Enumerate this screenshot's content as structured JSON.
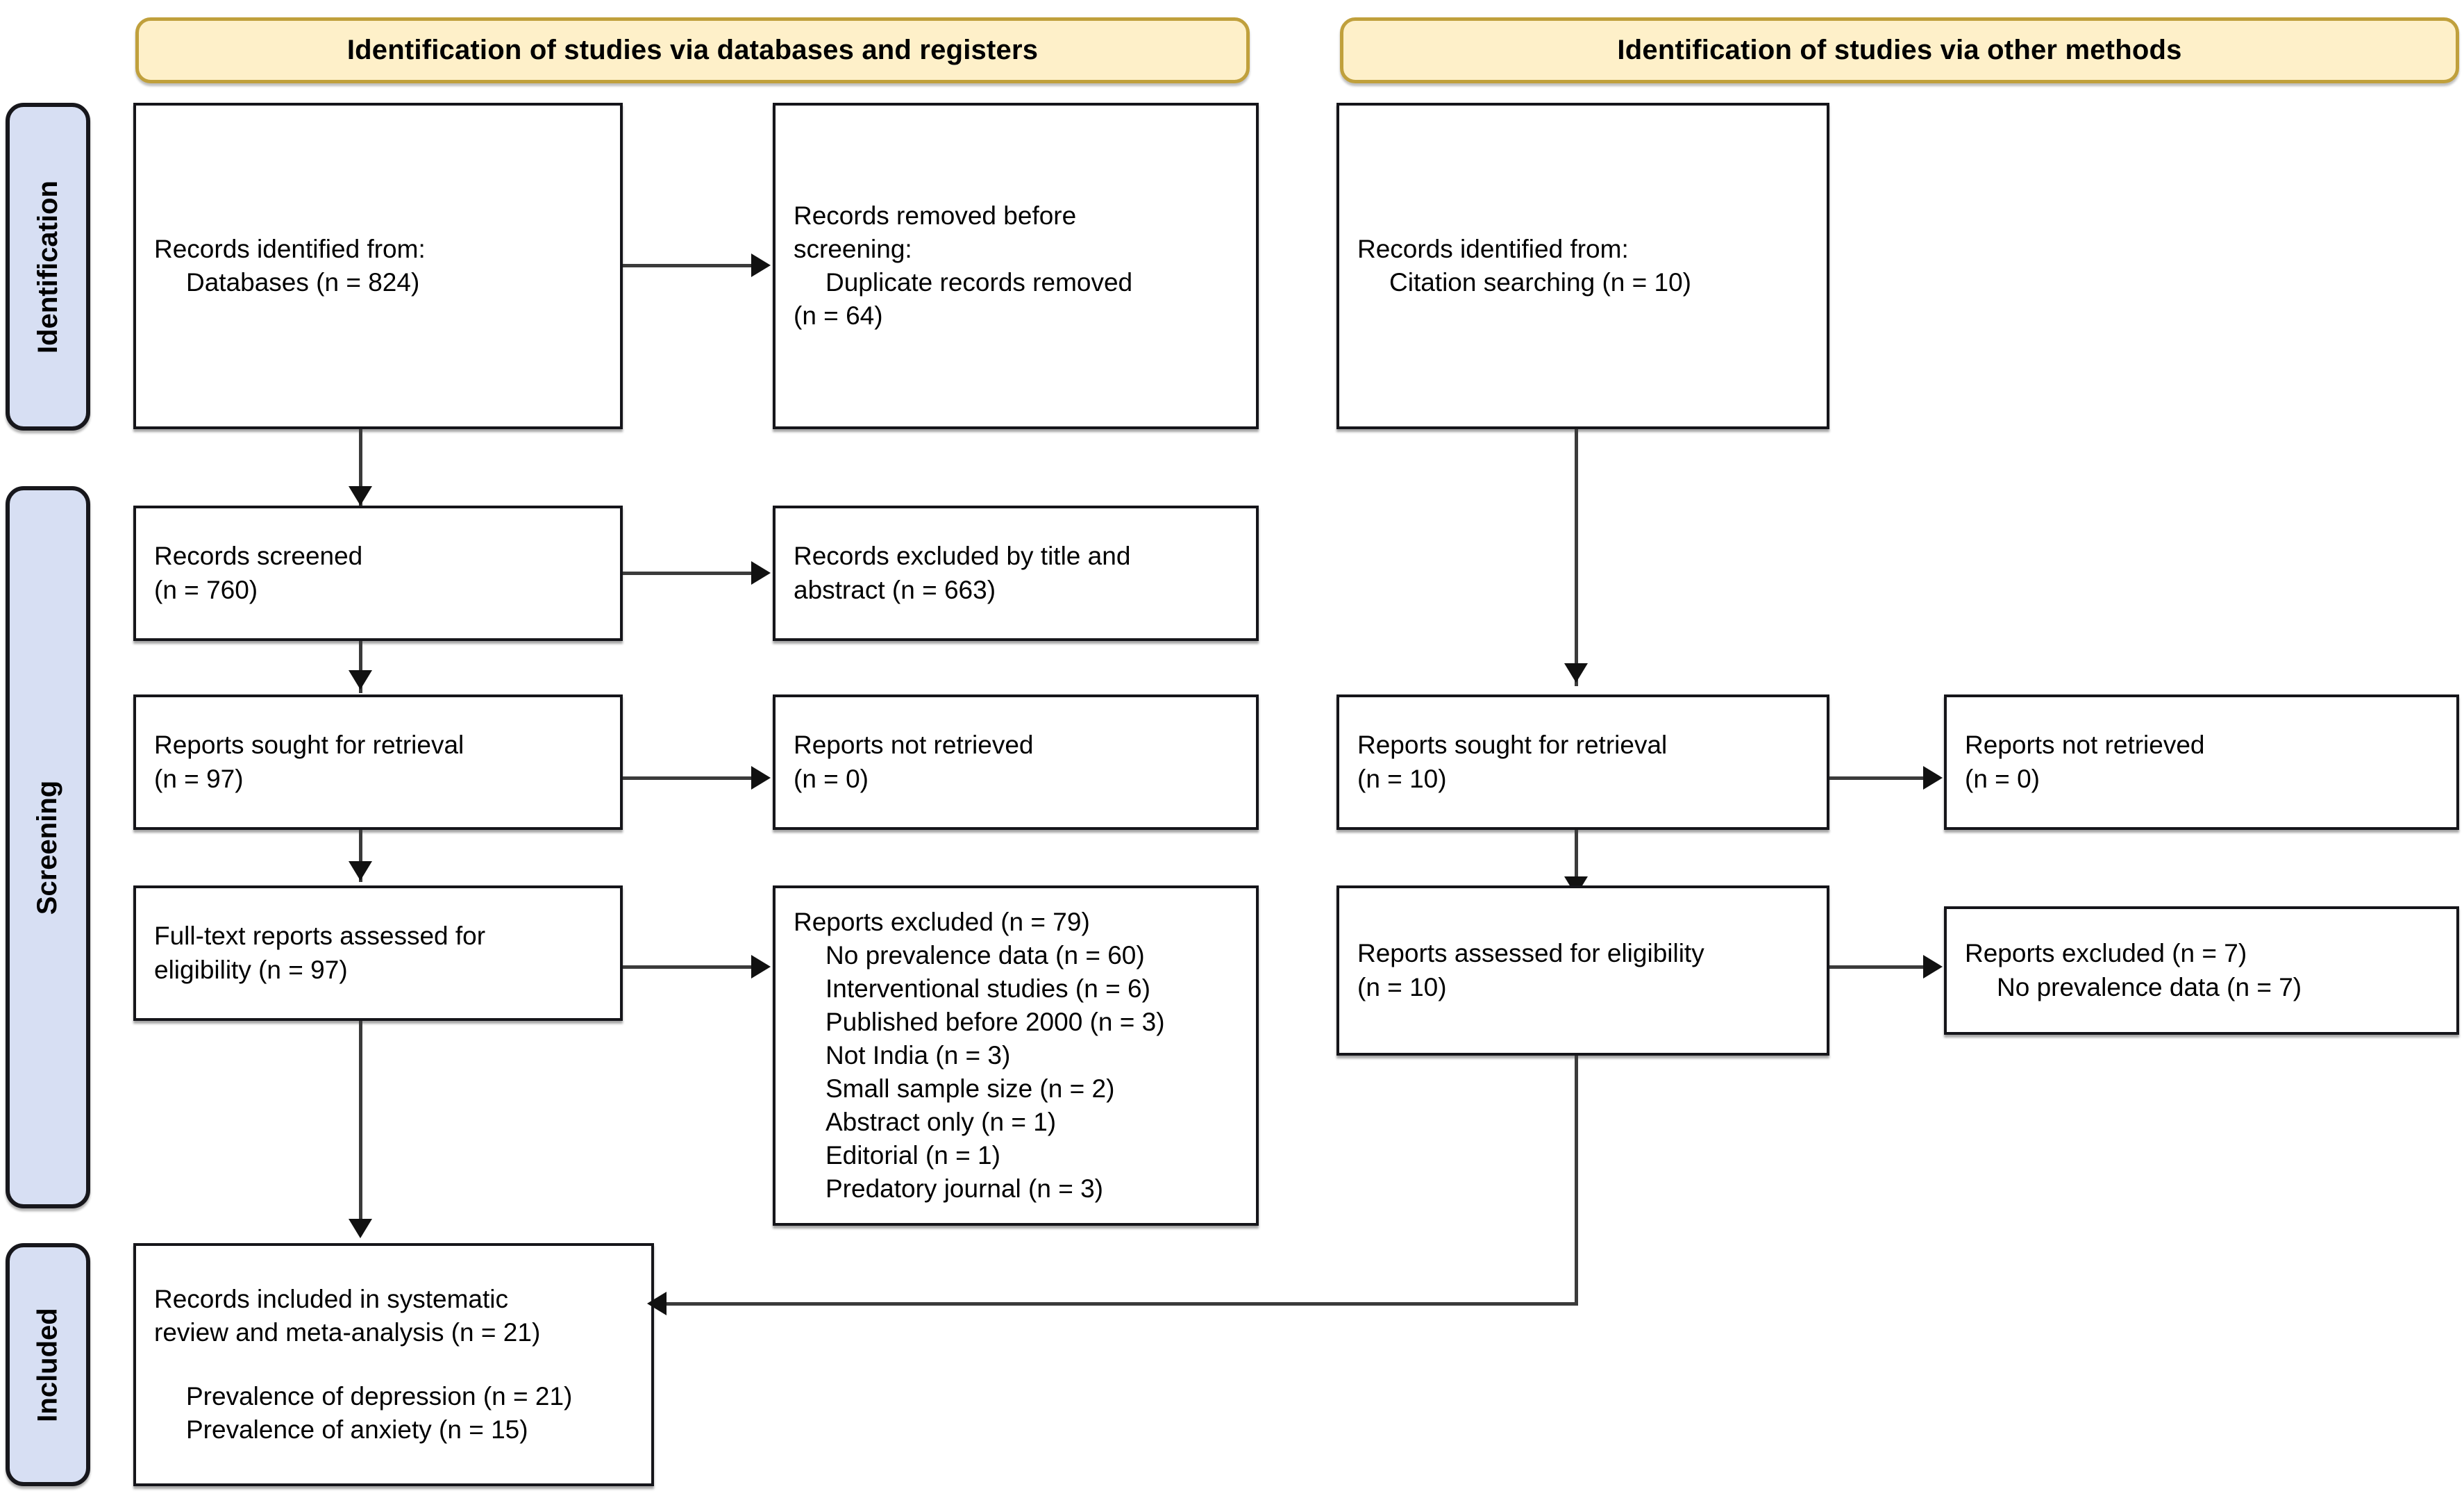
{
  "diagram": {
    "title": "PRISMA flow diagram",
    "colors": {
      "banner_fill": "#FEF0C9",
      "banner_border": "#C0A03C",
      "stage_tab_fill": "#D7DFF3",
      "stage_tab_border": "#17171c",
      "box_border": "#15151a",
      "connector": "#3b3b3b"
    }
  },
  "banners": {
    "databases": "Identification of studies via databases and registers",
    "other_methods": "Identification of studies via other methods"
  },
  "stages": {
    "identification": "Identification",
    "screening": "Screening",
    "included": "Included"
  },
  "boxes": {
    "records_identified_db": {
      "line1": "Records identified from:",
      "line2": "Databases (n = 824)"
    },
    "records_removed": {
      "line1": "Records removed before",
      "line2": "screening:",
      "line3": "Duplicate records removed",
      "line4": "(n = 64)"
    },
    "records_identified_other": {
      "line1": "Records identified from:",
      "line2": "Citation searching (n = 10)"
    },
    "records_screened": {
      "line1": "Records screened",
      "line2": "(n = 760)"
    },
    "records_excluded_title_abstract": {
      "line1": "Records excluded by title and",
      "line2": "abstract (n = 663)"
    },
    "reports_sought_db": {
      "line1": "Reports sought for retrieval",
      "line2": "(n = 97)"
    },
    "reports_not_retrieved_db": {
      "line1": "Reports not retrieved",
      "line2": "(n = 0)"
    },
    "reports_sought_other": {
      "line1": "Reports sought for retrieval",
      "line2": "(n = 10)"
    },
    "reports_not_retrieved_other": {
      "line1": "Reports not retrieved",
      "line2": "(n = 0)"
    },
    "fulltext_assessed": {
      "line1": "Full-text reports assessed for",
      "line2": "eligibility (n = 97)"
    },
    "reports_excluded_db": {
      "header": "Reports excluded (n = 79)",
      "reasons": [
        "No prevalence data (n = 60)",
        "Interventional studies (n = 6)",
        "Published before 2000 (n = 3)",
        "Not India (n = 3)",
        "Small sample size (n = 2)",
        "Abstract only (n = 1)",
        "Editorial (n = 1)",
        "Predatory journal (n = 3)"
      ]
    },
    "reports_assessed_other": {
      "line1": "Reports assessed for eligibility",
      "line2": "(n = 10)"
    },
    "reports_excluded_other": {
      "header": "Reports excluded (n = 7)",
      "reasons": [
        "No prevalence data (n = 7)"
      ]
    },
    "records_included": {
      "line1": "Records included in systematic",
      "line2": "review and meta-analysis (n = 21)",
      "line3": "Prevalence of depression (n = 21)",
      "line4": "Prevalence of anxiety (n = 15)"
    }
  }
}
